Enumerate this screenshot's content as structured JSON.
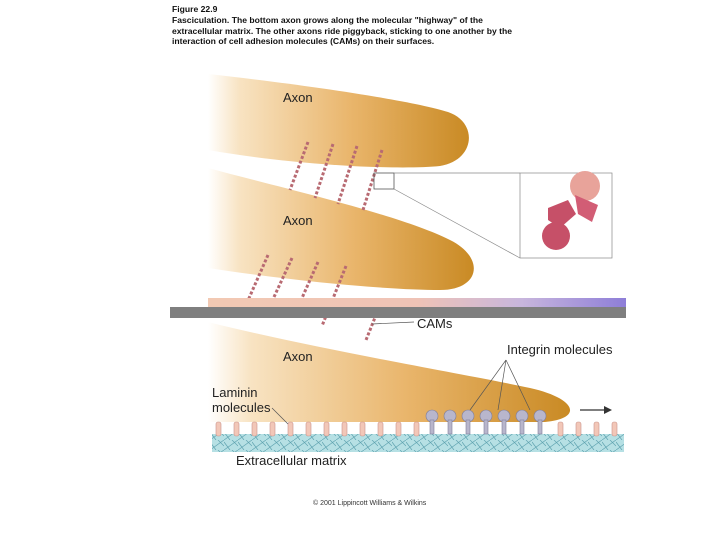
{
  "figure": {
    "number": "Figure 22.9",
    "caption": "Fasciculation. The bottom axon grows along the molecular \"highway\" of the extracellular matrix. The other axons ride piggyback, sticking to one another by the interaction of cell adhesion molecules (CAMs) on their surfaces."
  },
  "labels": {
    "axon_top": "Axon",
    "axon_middle": "Axon",
    "axon_bottom": "Axon",
    "cams": "CAMs",
    "integrin": "Integrin molecules",
    "laminin_line1": "Laminin",
    "laminin_line2": "molecules",
    "matrix": "Extracellular matrix"
  },
  "copyright": "© 2001 Lippincott Williams & Wilkins",
  "colors": {
    "axon": "#e8b46a",
    "axon_dark": "#c98f2c",
    "cam": "#b86a72",
    "cam_zoom": "#c65068",
    "integrin": "#b8b6cc",
    "laminin": "#f2c7b8",
    "matrix": "#a9d8dd",
    "band": "#7f7f7f"
  }
}
